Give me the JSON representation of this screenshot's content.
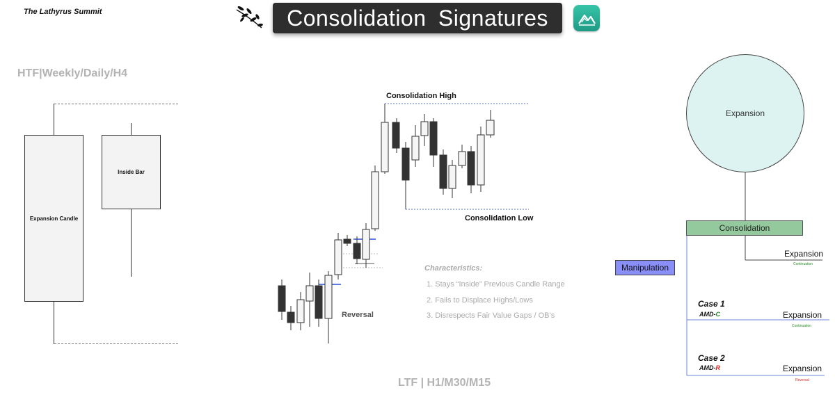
{
  "header": {
    "brand": "The Lathyrus Summit",
    "title": "Consolidation Signatures"
  },
  "htf": {
    "label": "HTF|Weekly/Daily/H4",
    "expansion_candle": "Expansion Candle",
    "inside_bar": "Inside Bar"
  },
  "ltf": {
    "label": "LTF | H1/M30/M15",
    "consolidation_high": "Consolidation High",
    "consolidation_low": "Consolidation Low",
    "reversal": "Reversal"
  },
  "characteristics": {
    "title": "Characteristics:",
    "items": [
      "1. Stays “Inside” Previous Candle Range",
      "2. Fails to Displace Highs/Lows",
      "3. Disrespects Fair Value Gaps / OB’s"
    ]
  },
  "amd": {
    "expansion_top": "Expansion",
    "consolidation": "Consolidation",
    "manipulation": "Manipulation",
    "expansion_1": "Expansion",
    "continuation_1": "Continuation",
    "case1_title": "Case 1",
    "case1_code_prefix": "AMD-",
    "case1_code_suffix": "C",
    "expansion_2": "Expansion",
    "continuation_2": "Continuation",
    "case2_title": "Case 2",
    "case2_code_prefix": "AMD-",
    "case2_code_suffix": "R",
    "expansion_3": "Expansion",
    "reversal_sub": "Reversal"
  },
  "colors": {
    "title_bg": "#2e2e2e",
    "circle_fill": "#dcf3f2",
    "consolidation_fill": "#93c99d",
    "manipulation_fill": "#8a8ff7",
    "continuation_text": "#2a8a2a",
    "reversal_text": "#dd2222",
    "fvg_line": "#2a4fd6"
  }
}
